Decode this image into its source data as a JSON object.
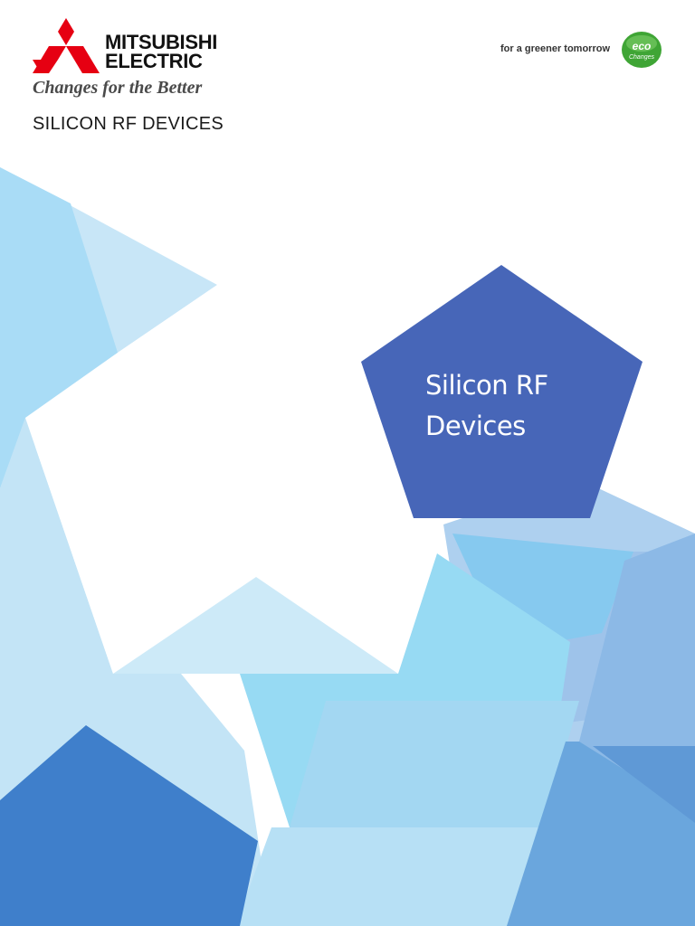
{
  "brand": {
    "name": "MITSUBISHI\nELECTRIC",
    "tagline": "Changes for the Better",
    "logo_color": "#e60012"
  },
  "eco": {
    "slogan": "for a greener tomorrow",
    "badge_line1": "eco",
    "badge_line2": "Changes",
    "badge_color": "#3fa535"
  },
  "product_line": "SILICON RF DEVICES",
  "cover_title": "Silicon RF\nDevices",
  "colors": {
    "title_pentagon": "#4766b8",
    "light_blue": "#c3e4f6",
    "sky_blue": "#97d7f2",
    "mid_blue": "#6aaae0",
    "deep_blue": "#3f7fcb"
  }
}
